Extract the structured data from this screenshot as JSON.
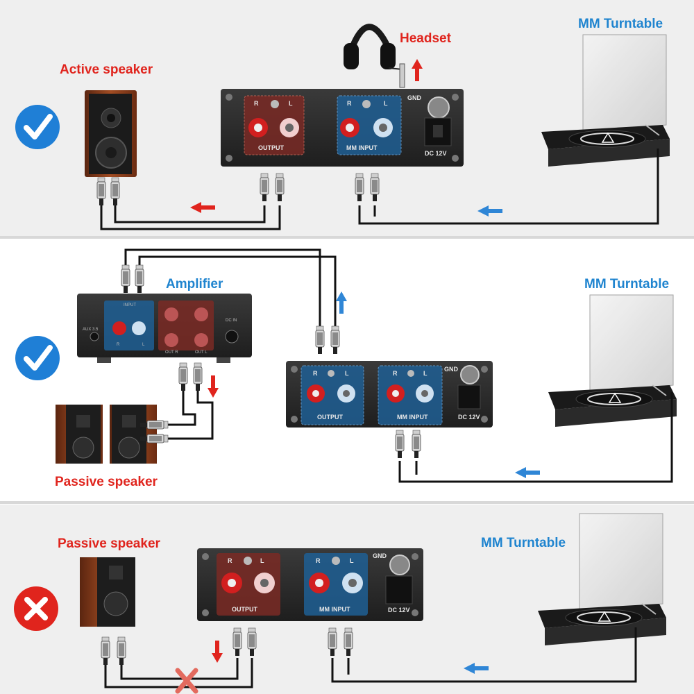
{
  "panel1": {
    "status": "correct",
    "labels": {
      "headset": "Headset",
      "active_speaker": "Active speaker",
      "turntable": "MM Turntable"
    },
    "preamp": {
      "r": "R",
      "l": "L",
      "r2": "R",
      "l2": "L",
      "output": "OUTPUT",
      "mm_input": "MM INPUT",
      "gnd": "GND",
      "dc": "DC 12V"
    }
  },
  "panel2": {
    "status": "correct",
    "labels": {
      "amplifier": "Amplifier",
      "passive_speaker": "Passive speaker",
      "turntable": "MM Turntable"
    },
    "preamp": {
      "r": "R",
      "l": "L",
      "r2": "R",
      "l2": "L",
      "output": "OUTPUT",
      "mm_input": "MM INPUT",
      "gnd": "GND",
      "dc": "DC 12V"
    },
    "amp": {
      "aux": "AUX 3.5",
      "input": "INPUT",
      "dc_in": "DC IN",
      "r": "R",
      "l": "L",
      "out_r": "OUT R",
      "out_l": "OUT L"
    }
  },
  "panel3": {
    "status": "incorrect",
    "labels": {
      "passive_speaker": "Passive speaker",
      "turntable": "MM Turntable"
    },
    "preamp": {
      "r": "R",
      "l": "L",
      "r2": "R",
      "l2": "L",
      "output": "OUTPUT",
      "mm_input": "MM INPUT",
      "gnd": "GND",
      "dc": "DC 12V"
    }
  },
  "colors": {
    "check_badge": "#1f7fd6",
    "cross_badge": "#e0241d",
    "output_panel": "#7a2a25",
    "input_panel": "#1f5f94",
    "signal_arrow_out": "#e0241d",
    "signal_arrow_in": "#2f86d6",
    "device_body": "#2b2b2b"
  },
  "icons": [
    "check-icon",
    "cross-icon",
    "headphones-icon",
    "arrow-up-icon",
    "arrow-left-icon",
    "arrow-down-icon",
    "ground-icon"
  ]
}
